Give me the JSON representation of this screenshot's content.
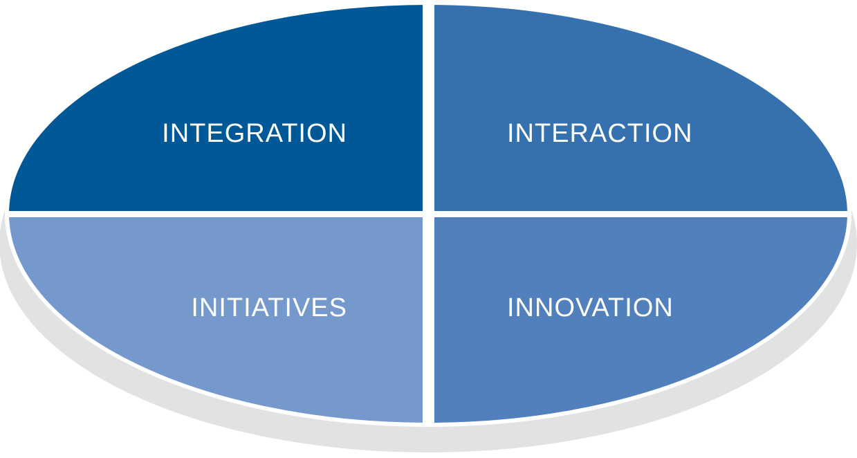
{
  "diagram": {
    "quadrants": [
      {
        "id": "top-left",
        "label": "INTEGRATION",
        "color": "#005996"
      },
      {
        "id": "top-right",
        "label": "INTERACTION",
        "color": "#3571ae"
      },
      {
        "id": "bottom-left",
        "label": "INITIATIVES",
        "color": "#7598cd"
      },
      {
        "id": "bottom-right",
        "label": "INNOVATION",
        "color": "#5180bd"
      }
    ],
    "shadow_color": "#e1e2e2",
    "divider_color": "#ffffff",
    "label_color": "#ffffff"
  }
}
